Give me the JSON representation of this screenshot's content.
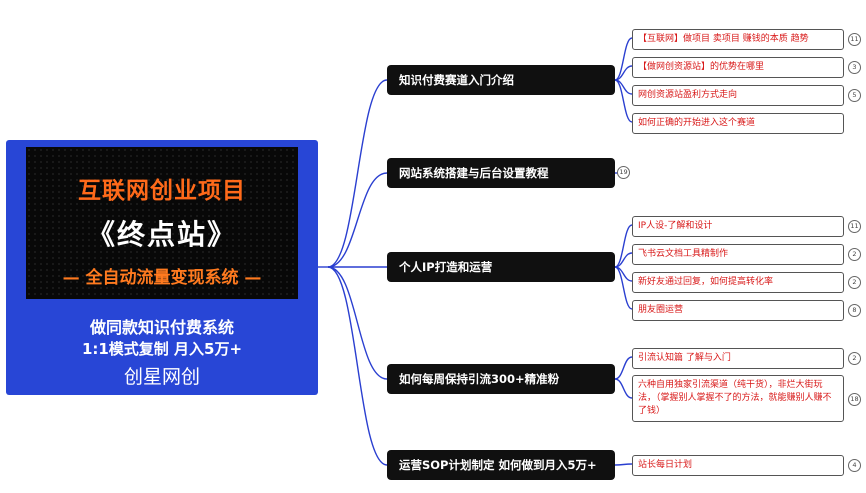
{
  "root": {
    "banner_title": "互联网创业项目",
    "banner_name": "《终点站》",
    "banner_tagline": "— 全自动流量变现系统 —",
    "line1": "做同款知识付费系统",
    "line2": "1:1模式复制  月入5万+",
    "line3": "创星网创"
  },
  "branches": [
    {
      "label": "知识付费赛道入门介绍"
    },
    {
      "label": "网站系统搭建与后台设置教程",
      "count": "19"
    },
    {
      "label": "个人IP打造和运营"
    },
    {
      "label": "如何每周保持引流300+精准粉"
    },
    {
      "label": "运营SOP计划制定 如何做到月入5万+"
    }
  ],
  "leaves": [
    {
      "text": "【互联网】做项目 卖项目 赚钱的本质 趋势",
      "count": "11"
    },
    {
      "text": "【做网创资源站】的优势在哪里",
      "count": "3"
    },
    {
      "text": "网创资源站盈利方式走向",
      "count": "5"
    },
    {
      "text": "如何正确的开始进入这个赛道",
      "count": ""
    },
    {
      "text": "IP人设-了解和设计",
      "count": "11"
    },
    {
      "text": "飞书云文档工具精制作",
      "count": "2"
    },
    {
      "text": "新好友通过回复，如何提高转化率",
      "count": "2"
    },
    {
      "text": "朋友圈运营",
      "count": "8"
    },
    {
      "text": "引流认知篇  了解与入门",
      "count": "2"
    },
    {
      "text": "六种自用独家引流渠道（纯干货），非烂大街玩法，（掌握别人掌握不了的方法，就能赚别人赚不了钱）",
      "count": "18"
    },
    {
      "text": "站长每日计划",
      "count": "4"
    }
  ],
  "colors": {
    "edge": "#2a3fd0",
    "root_bg": "#2846d6",
    "branch_bg": "#101010",
    "leaf_text": "#d81818",
    "banner_accent": "#ff6a1a"
  }
}
